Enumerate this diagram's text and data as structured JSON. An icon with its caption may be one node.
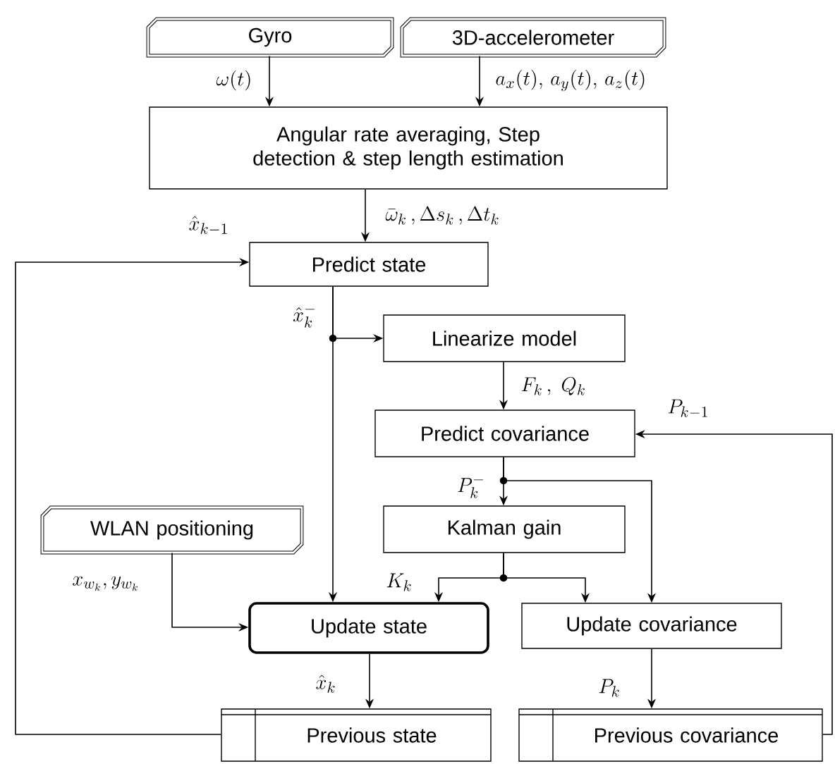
{
  "diagram": {
    "nodes": [
      {
        "text": [
          "Gyro"
        ]
      },
      {
        "text": [
          "3D-accelerometer"
        ]
      },
      {
        "text": [
          "Angular rate averaging, Step detection & step length estimation"
        ]
      },
      {
        "text": [
          "Predict state"
        ]
      },
      {
        "text": [
          "Linearize model"
        ]
      },
      {
        "text": [
          "Predict covariance"
        ]
      },
      {
        "text": [
          "Kalman gain"
        ]
      },
      {
        "text": [
          "WLAN positioning"
        ]
      },
      {
        "text": [
          "Update state"
        ]
      },
      {
        "text": [
          "Update covariance"
        ]
      },
      {
        "text": [
          "Previous state"
        ]
      },
      {
        "text": [
          "Previous covariance"
        ]
      }
    ],
    "edges": [
      {
        "from": 0,
        "to": 2,
        "arrow": "to",
        "label": "\\omega(t)"
      },
      {
        "from": 1,
        "to": 2,
        "arrow": "to",
        "label": "a_x(t),\\, a_y(t),\\, a_z(t)"
      },
      {
        "from": 2,
        "to": 3,
        "arrow": "to",
        "label": "\\bar{\\omega}_k\\,, \\Delta s_k\\,, \\Delta t_k"
      },
      {
        "from": 10,
        "to": 3,
        "arrow": "to",
        "label": "\\hat{x}_{k-1}"
      },
      {
        "from": 3,
        "to": 4,
        "arrow": "to"
      },
      {
        "from": 3,
        "to": 8,
        "arrow": "to",
        "label": "\\hat{x}_k^-"
      },
      {
        "from": 4,
        "to": 5,
        "arrow": "to",
        "label": "F_k\\,,\\ Q_k"
      },
      {
        "from": 11,
        "to": 5,
        "arrow": "to",
        "label": "P_{k-1}"
      },
      {
        "from": 5,
        "to": 6,
        "arrow": "to",
        "label": "P_k^-"
      },
      {
        "from": 5,
        "to": 9,
        "arrow": "to"
      },
      {
        "from": 6,
        "to": 8,
        "arrow": "to",
        "label": "K_k"
      },
      {
        "from": 6,
        "to": 9,
        "arrow": "to"
      },
      {
        "from": 7,
        "to": 8,
        "arrow": "to",
        "label": "x_{w_k}, y_{w_k}"
      },
      {
        "from": 8,
        "to": 10,
        "arrow": "to",
        "label": "\\hat{x}_k"
      },
      {
        "from": 9,
        "to": 11,
        "arrow": "to",
        "label": "P_k"
      }
    ]
  }
}
